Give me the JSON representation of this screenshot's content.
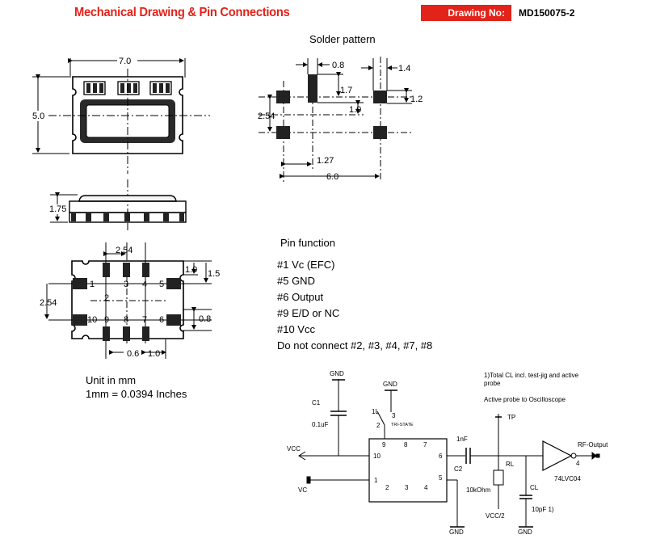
{
  "header": {
    "title": "Mechanical Drawing & Pin Connections",
    "drawing_label": "Drawing No:",
    "drawing_no": "MD150075-2"
  },
  "top_view": {
    "dim_width": "7.0",
    "dim_height": "5.0"
  },
  "side_view": {
    "dim_height": "1.75"
  },
  "bottom_view": {
    "dim_pitch_x": "2.54",
    "dim_pitch_y": "2.54",
    "dim_pad_h": "1.0",
    "dim_pad_h2": "1.5",
    "dim_pad_w": "0.8",
    "dim_pad_gap": "0.6",
    "dim_pad_len": "1.0",
    "pins_top": [
      "1",
      "2",
      "3",
      "4",
      "5"
    ],
    "pins_bottom": [
      "10",
      "9",
      "8",
      "7",
      "6"
    ]
  },
  "solder": {
    "title": "Solder pattern",
    "dim_08": "0.8",
    "dim_14": "1.4",
    "dim_17": "1.7",
    "dim_12": "1.2",
    "dim_10": "1.0",
    "dim_254": "2.54",
    "dim_127": "1.27",
    "dim_60": "6.0"
  },
  "pin_function": {
    "title": "Pin function",
    "items": [
      "#1 Vc (EFC)",
      "#5 GND",
      "#6 Output",
      "#9 E/D or NC",
      "#10 Vcc",
      "Do not connect #2, #3, #4, #7, #8"
    ]
  },
  "units": {
    "line1": "Unit in mm",
    "line2": "1mm = 0.0394 Inches"
  },
  "circuit": {
    "gnd": "GND",
    "c1": "C1",
    "c1_val": "0.1uF",
    "vcc": "VCC",
    "vc": "VC",
    "pin_1l": "1L",
    "pin_3": "3",
    "pin_2": "2",
    "tri_state": "TRI-STATE",
    "ic_pins": [
      "9",
      "8",
      "7",
      "10",
      "6",
      "1",
      "5",
      "2",
      "3",
      "4"
    ],
    "cap_1nf": "1nF",
    "c2": "C2",
    "tp": "TP",
    "rl": "RL",
    "rl_val": "10kOhm",
    "vcc2": "VCC/2",
    "cl": "CL",
    "cl_val": "10pF  1)",
    "note1": "1)Total CL incl. test-jig and active",
    "note1b": "probe",
    "note2": "Active probe to Oscilloscope",
    "rf_output": "RF-Output",
    "buf_pin": "4",
    "buf_name": "74LVC04"
  }
}
